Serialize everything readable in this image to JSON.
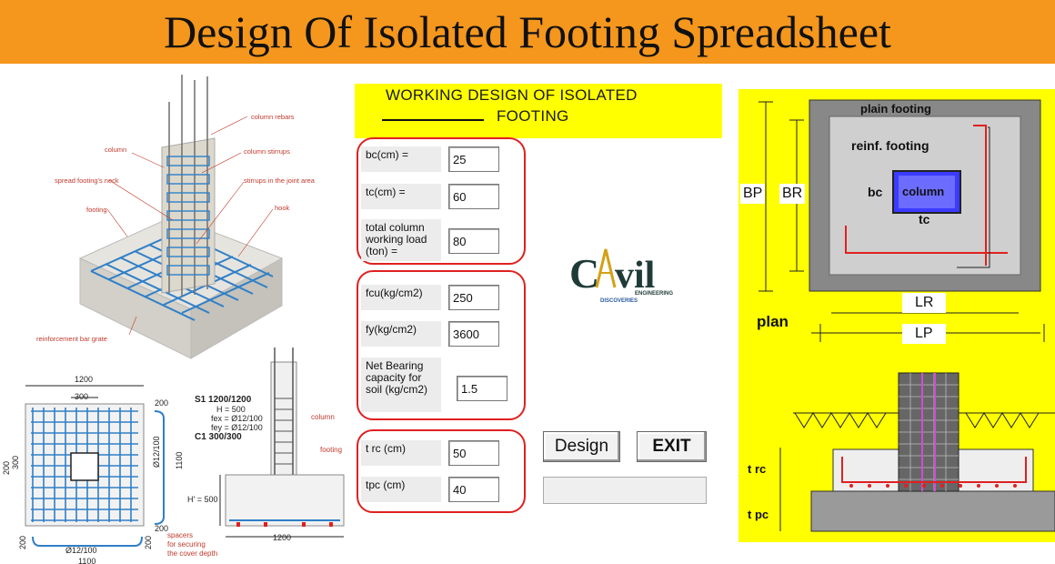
{
  "banner": {
    "title": "Design Of Isolated Footing Spreadsheet"
  },
  "photo": {
    "labels": {
      "column_rebars": "column rebars",
      "column": "column",
      "column_stirrups": "column stirrups",
      "neck": "spread footing's neck",
      "joint": "stirrups in the joint area",
      "footing": "footing",
      "hook": "hook",
      "grate": "reinforcement bar grate"
    }
  },
  "drawing": {
    "plan": {
      "w1200": "1200",
      "w300": "300",
      "d200a": "200",
      "d200b": "200",
      "d200c": "200",
      "d200d": "200",
      "bar_right": "Ø12/100",
      "bar_bottom": "Ø12/100",
      "h1100r": "1100",
      "w1100b": "1100",
      "left_top": "200",
      "left_mid": "300"
    },
    "spec": {
      "s1": "S1 1200/1200",
      "h": "H = 500",
      "fex": "fex = Ø12/100",
      "fey": "fey = Ø12/100",
      "c1": "C1 300/300"
    },
    "section": {
      "column": "column",
      "footing": "footing",
      "h500": "H' = 500",
      "w1200": "1200",
      "spacers": "spacers",
      "spacers2": "for securing",
      "spacers3": "the cover depth"
    }
  },
  "form": {
    "title_line1": "WORKING DESIGN OF ISOLATED",
    "title_line2": "FOOTING",
    "fields": {
      "bc": {
        "label": "bc(cm)  =",
        "value": "25"
      },
      "tc": {
        "label": "tc(cm)  =",
        "value": "60"
      },
      "load": {
        "label": "total column working load (ton) =",
        "value": "80"
      },
      "fcu": {
        "label": "fcu(kg/cm2)",
        "value": "250"
      },
      "fy": {
        "label": "fy(kg/cm2)",
        "value": "3600"
      },
      "bearing": {
        "label": "Net Bearing capacity  for soil (kg/cm2)",
        "value": "1.5"
      },
      "trc": {
        "label": "t rc (cm)",
        "value": "50"
      },
      "tpc": {
        "label": "tpc (cm)",
        "value": "40"
      }
    },
    "design_button": "Design",
    "exit_button": "EXIT",
    "progress": 0
  },
  "logo": {
    "c": "C",
    "vil": "vil",
    "engineering": "ENGINEERING",
    "discoveries": "DISCOVERIES"
  },
  "schematic": {
    "plain_footing": "plain footing",
    "reinf_footing": "reinf. footing",
    "bc": "bc",
    "column": "column",
    "tc": "tc",
    "bp": "BP",
    "br": "BR",
    "lr": "LR",
    "lp": "LP",
    "plan": "plan",
    "trc": "t rc",
    "tpc": "t pc"
  },
  "colors": {
    "banner": "#f5961d",
    "yellow": "#ffff00",
    "red": "#e02020",
    "rebar": "#2f7fc8",
    "column_blue": "#3b3bff"
  }
}
